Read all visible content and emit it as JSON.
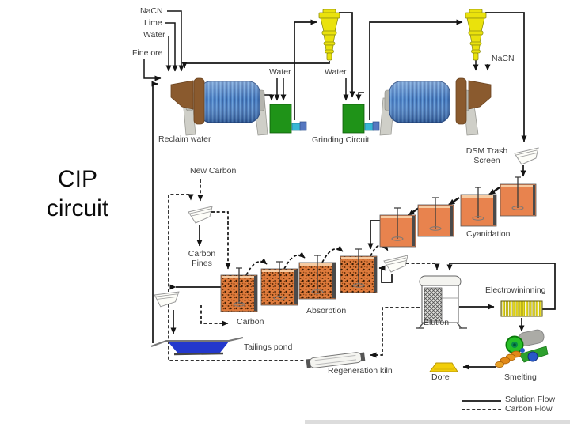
{
  "title": "CIP circuit",
  "labels": {
    "nacn_feed": "NaCN",
    "lime": "Lime",
    "water_feed": "Water",
    "fine_ore": "Fine ore",
    "reclaim_water": "Reclaim water",
    "water_mill1": "Water",
    "water_mill2": "Water",
    "grinding_circuit": "Grinding Circuit",
    "nacn_mill2": "NaCN",
    "dsm_screen": "DSM Trash Screen",
    "new_carbon": "New Carbon",
    "carbon_fines": "Carbon Fines",
    "cyanidation": "Cyanidation",
    "absorption": "Absorption",
    "carbon": "Carbon",
    "tailings_pond": "Tailings pond",
    "regeneration_kiln": "Regeneration kiln",
    "elution": "Elution",
    "electrowinning": "Electrowininning",
    "dore": "Dore",
    "smelting": "Smelting"
  },
  "legend": {
    "solution": "Solution Flow",
    "carbon": "Carbon Flow"
  },
  "colors": {
    "orange": "#E8834E",
    "mill_blue": "#4A7FC4",
    "yellow": "#EAE20C",
    "green": "#1F9318",
    "pond": "#2338CC",
    "gold": "#F2CE0A",
    "line": "#141414"
  }
}
